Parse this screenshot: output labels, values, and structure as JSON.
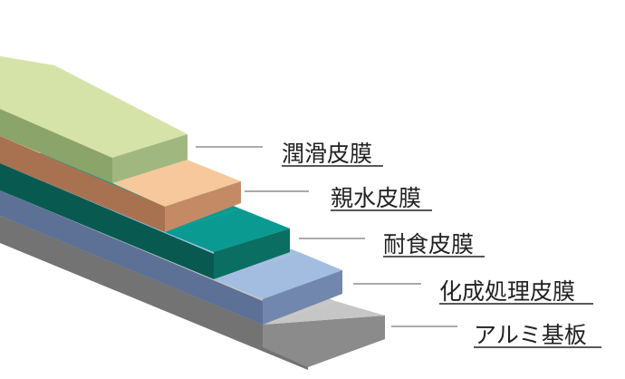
{
  "layers": [
    {
      "label": "潤滑皮膜",
      "top": "#d5e3a9",
      "front": "#a0b880",
      "side": "#8aa46a"
    },
    {
      "label": "親水皮膜",
      "top": "#f7c89b",
      "front": "#c48a66",
      "side": "#a87250"
    },
    {
      "label": "耐食皮膜",
      "top": "#0a9a92",
      "front": "#0a6f62",
      "side": "#085a50"
    },
    {
      "label": "化成処理皮膜",
      "top": "#a3bde0",
      "front": "#7287ad",
      "side": "#5d7096"
    },
    {
      "label": "アルミ基板",
      "top": "#c6c6c6",
      "front": "#8b8b8b",
      "side": "#737373"
    }
  ]
}
